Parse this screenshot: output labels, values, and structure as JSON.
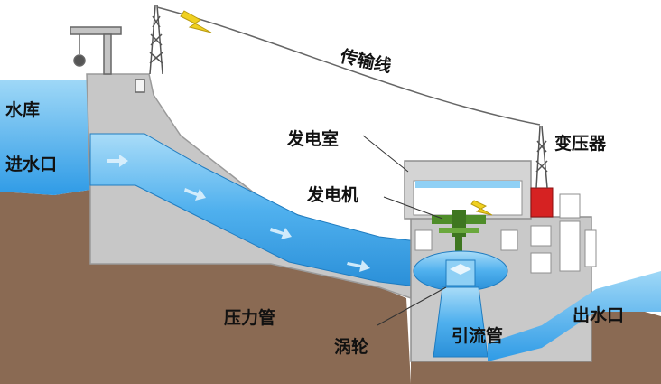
{
  "labels": {
    "reservoir": "水库",
    "intake": "进水口",
    "transmission_line": "传输线",
    "powerhouse": "发电室",
    "transformer": "变压器",
    "generator": "发电机",
    "penstock": "压力管",
    "turbine": "涡轮",
    "draft_tube": "引流管",
    "outlet": "出水口"
  },
  "colors": {
    "water": "#3aa6ea",
    "water_light": "#8fd0f5",
    "earth": "#8a6a53",
    "concrete": "#c9c9c9",
    "concrete_dark": "#9a9a9a",
    "generator": "#4f8d2a",
    "transformer": "#d62222",
    "line": "#555555",
    "spark": "#f0d020"
  },
  "icons": [
    "lightning-icon",
    "crane-icon",
    "tower-icon",
    "arrow-icon"
  ]
}
